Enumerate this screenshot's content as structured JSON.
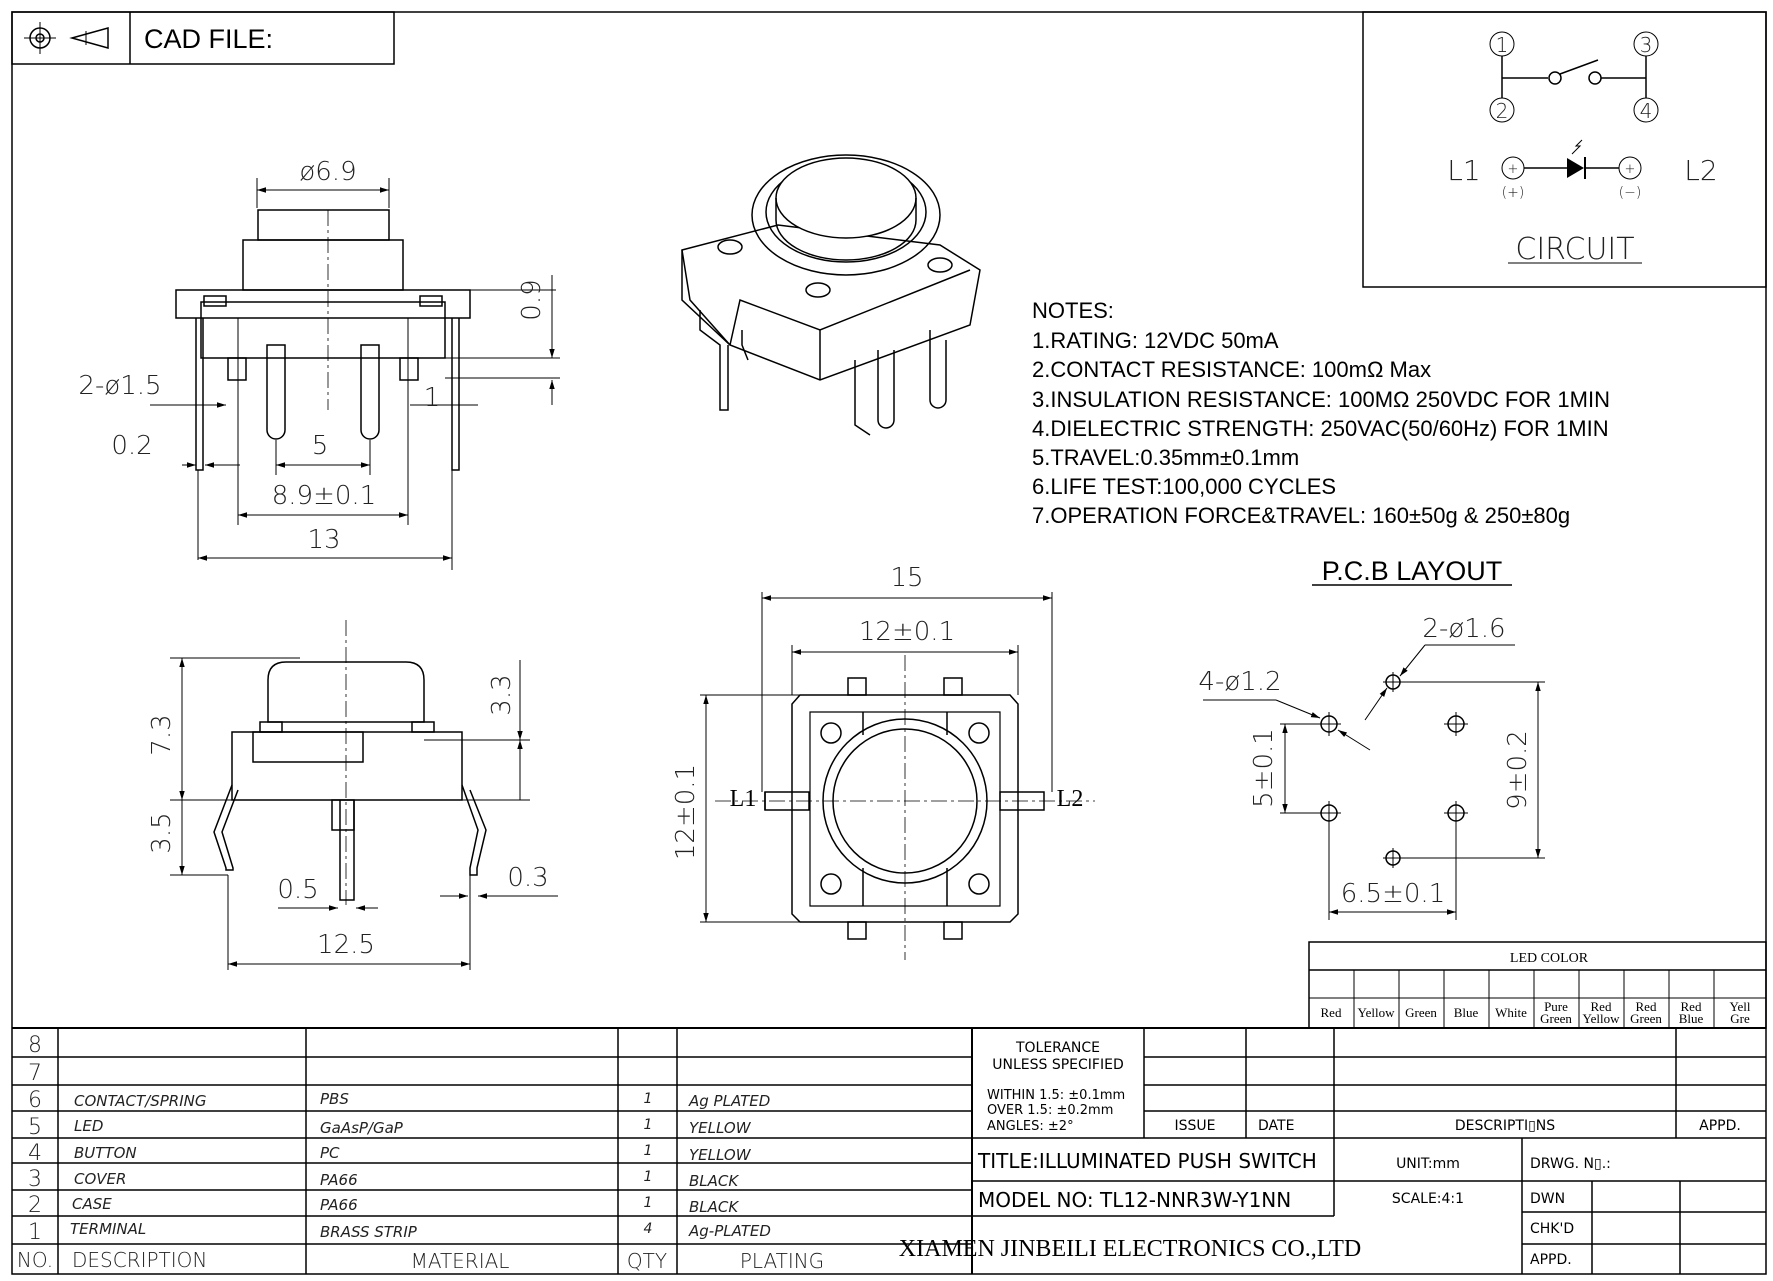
{
  "header": {
    "cad_file_label": "CAD FILE:"
  },
  "circuit": {
    "title": "CIRCUIT",
    "pins": [
      "1",
      "2",
      "3",
      "4"
    ],
    "l1": "L1",
    "l2": "L2",
    "plus": "(+)",
    "minus": "(−)"
  },
  "notes": {
    "heading": "NOTES:",
    "items": [
      "1.RATING: 12VDC 50mA",
      "2.CONTACT RESISTANCE: 100mΩ Max",
      "3.INSULATION RESISTANCE: 100MΩ 250VDC FOR 1MIN",
      "4.DIELECTRIC STRENGTH: 250VAC(50/60Hz) FOR 1MIN",
      "5.TRAVEL:0.35mm±0.1mm",
      "6.LIFE TEST:100,000 CYCLES",
      "7.OPERATION FORCE&TRAVEL: 160±50g & 250±80g"
    ]
  },
  "dims": {
    "front": {
      "dia": "ø6.9",
      "h09": "0.9",
      "pin_dia": "2-ø1.5",
      "one": "1",
      "d02": "0.2",
      "d5": "5",
      "d89": "8.9±0.1",
      "d13": "13"
    },
    "side": {
      "h73": "7.3",
      "h33": "3.3",
      "h35": "3.5",
      "d05": "0.5",
      "d03": "0.3",
      "d125": "12.5"
    },
    "top": {
      "d15": "15",
      "d12": "12±0.1",
      "d12v": "12±0.1",
      "l1": "L1",
      "l2": "L2"
    },
    "pcb": {
      "title": "P.C.B LAYOUT",
      "h2": "2-ø1.6",
      "h4": "4-ø1.2",
      "v5": "5±0.1",
      "v9": "9±0.2",
      "d65": "6.5±0.1"
    }
  },
  "led_color": {
    "title": "LED COLOR",
    "columns": [
      [
        "Red"
      ],
      [
        "Yellow"
      ],
      [
        "Green"
      ],
      [
        "Blue"
      ],
      [
        "White"
      ],
      [
        "Pure",
        "Green"
      ],
      [
        "Red",
        "Yellow"
      ],
      [
        "Red",
        "Green"
      ],
      [
        "Red",
        "Blue"
      ],
      [
        "Yell",
        "Gre"
      ]
    ]
  },
  "bom": {
    "rows": [
      {
        "no": "8",
        "desc": "",
        "mat": "",
        "qty": "",
        "plating": ""
      },
      {
        "no": "7",
        "desc": "",
        "mat": "",
        "qty": "",
        "plating": ""
      },
      {
        "no": "6",
        "desc": "CONTACT/SPRING",
        "mat": "PBS",
        "qty": "1",
        "plating": "Ag PLATED"
      },
      {
        "no": "5",
        "desc": "LED",
        "mat": "GaAsP/GaP",
        "qty": "1",
        "plating": "YELLOW"
      },
      {
        "no": "4",
        "desc": "BUTTON",
        "mat": "PC",
        "qty": "1",
        "plating": "YELLOW"
      },
      {
        "no": "3",
        "desc": "COVER",
        "mat": "PA66",
        "qty": "1",
        "plating": "BLACK"
      },
      {
        "no": "2",
        "desc": "CASE",
        "mat": "PA66",
        "qty": "1",
        "plating": "BLACK"
      },
      {
        "no": "1",
        "desc": "TERMINAL",
        "mat": "BRASS STRIP",
        "qty": "4",
        "plating": "Ag-PLATED"
      }
    ],
    "header": {
      "no": "NO.",
      "desc": "DESCRIPTION",
      "mat": "MATERIAL",
      "qty": "QTY",
      "plating": "PLATING"
    }
  },
  "title_block": {
    "tolerance_1": "TOLERANCE",
    "tolerance_2": "UNLESS SPECIFIED",
    "tol_within": "WITHIN 1.5: ±0.1mm",
    "tol_over": "OVER 1.5:  ±0.2mm",
    "tol_angles": "ANGLES: ±2°",
    "issue": "ISSUE",
    "date": "DATE",
    "descriptions": "DESCRIPTI▯NS",
    "appd": "APPD.",
    "title": "TITLE:ILLUMINATED  PUSH  SWITCH",
    "unit": "UNIT:mm",
    "drwg_no": "DRWG. N▯.:",
    "model": "MODEL  NO: TL12-NNR3W-Y1NN",
    "scale": "SCALE:4:1",
    "dwn": "DWN",
    "chkd": "CHK'D",
    "appd2": "APPD.",
    "company": "XIAMEN JINBEILI ELECTRONICS CO.,LTD"
  }
}
